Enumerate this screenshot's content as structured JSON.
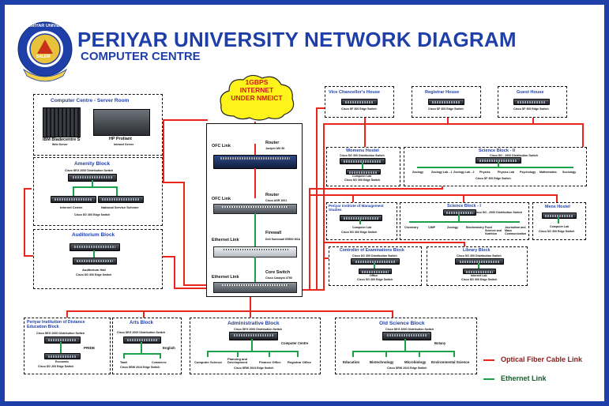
{
  "header": {
    "title": "PERIYAR UNIVERSITY NETWORK DIAGRAM",
    "subtitle": "COMPUTER CENTRE",
    "logo_text_top": "PERIYAR UNIVERSITY",
    "logo_text_bottom": "SALEM"
  },
  "internet": {
    "lines": [
      "1GBPS",
      "INTERNET",
      "UNDER NMEICT"
    ]
  },
  "core": {
    "ofc1_label": "OFC Link",
    "router1_label": "Router",
    "router1_model": "Juniper MX 80",
    "ofc2_label": "OFC Link",
    "router2_label": "Router",
    "router2_model": "Cisco ASR 1001",
    "eth_label": "Ethernet Link",
    "firewall_label": "Firewall",
    "firewall_model": "Dell Sonicwall E5500 NSA",
    "eth2_label": "Ethernet Link",
    "core_switch_label": "Core Switch",
    "core_switch_model": "Cisco Catalyst 3750"
  },
  "server_room": {
    "title": "Computer Centre - Server Room",
    "left_label": "IBM Bladecentre S",
    "left_sub": "Web Server",
    "right_label": "HP Proliant",
    "right_sub": "Intranet Server"
  },
  "amenity": {
    "title": "Amenity Block",
    "dist": "Cisco SEG 2000 Distribution Switch",
    "left": "Internet Centre",
    "right": "National Service Scheme",
    "edge": "Cisco SG 300 Edge Switch"
  },
  "auditorium": {
    "title": "Auditorium Block",
    "label": "Auditorium Hall",
    "edge": "Cisco SG 300 Edge Switch"
  },
  "vc_house": {
    "title": "Vice Chancellor's House",
    "edge": "Cisco SF 300 Edge Switch"
  },
  "registrar_house": {
    "title": "Registrar House",
    "edge": "Cisco SF 300 Edge Switch"
  },
  "guest_house": {
    "title": "Guest House",
    "edge": "Cisco SF 300 Edge Switch"
  },
  "womens_hostel": {
    "title": "Womens Hostel",
    "dist": "Cisco SG 300 Distribution Switch",
    "label": "Computer Lab",
    "edge": "Cisco SG 300 Edge Switch"
  },
  "science2": {
    "title": "Science Block - II",
    "dist": "Cisco SG - 2000 Distribution Switch",
    "labs": [
      "Zoology",
      "Zoology Lab - 1",
      "Zoology Lab - 2",
      "Physics",
      "Physics Lab",
      "Psychology",
      "Mathematics",
      "Sociology"
    ],
    "edge": "Cisco SF 300 Edge Switch"
  },
  "pims": {
    "title": "Periyar Institute of Management Studies",
    "label": "Computer Lab",
    "edge": "Cisco SG 300 Edge Switch"
  },
  "science1": {
    "title": "Science Block - I",
    "dist": "Cisco SG - 2000 Distribution Switch",
    "labs": [
      "Chemistry",
      "CIMP",
      "Zoology",
      "Biochemistry",
      "Food Science and Nutrition",
      "Journalism and Mass Communication"
    ]
  },
  "mens_hostel": {
    "title": "Mens Hostel",
    "label": "Computer Lab",
    "edge": "Cisco SG 300 Edge Switch"
  },
  "coe": {
    "title": "Controller of Examinations Block",
    "dist": "Cisco SG 300 Distribution Switch",
    "label": "Office",
    "edge": "Cisco SG 300 Edge Switch"
  },
  "library": {
    "title": "Library Block",
    "dist": "Cisco SG 300 Distribution Switch",
    "label": "Internet Lab",
    "edge": "Cisco SG 300 Edge Switch"
  },
  "pride": {
    "title": "Periyar Institution of Distance Education Block",
    "dist": "Cisco SEG 2000 Distribution Switch",
    "right": "PRIDE",
    "left": "Economic",
    "edge": "Cisco SG 200 Edge Switch"
  },
  "arts": {
    "title": "Arts Block",
    "dist": "Cisco SEG 2000 Distribution Switch",
    "right": "English",
    "labs": [
      "Tamil",
      "Commerce"
    ],
    "edge": "Cisco SRW 2024 Edge Switch"
  },
  "admin": {
    "title": "Administrative Block",
    "dist": "Cisco SEG 2000 Distribution Switch",
    "right": "Computer Centre",
    "labs": [
      "Computer Science",
      "Planning and Development",
      "Finance Office",
      "Registrar Office"
    ],
    "edge": "Cisco SRW 2024 Edge Switch"
  },
  "old_science": {
    "title": "Old Science Block",
    "dist": "Cisco SEG 2000 Distribution Switch",
    "right": "Botany",
    "labs": [
      "Education",
      "Biotechnology",
      "Microbiology",
      "Environmental Science"
    ],
    "edge": "Cisco SRW 2024 Edge Switch"
  },
  "legend": {
    "fiber": "Optical Fiber Cable Link",
    "ethernet": "Ethernet  Link"
  },
  "colors": {
    "fiber": "#e8261c",
    "ethernet": "#1aa24a",
    "title": "#1f3fa8",
    "frame": "#1f3fa8"
  }
}
